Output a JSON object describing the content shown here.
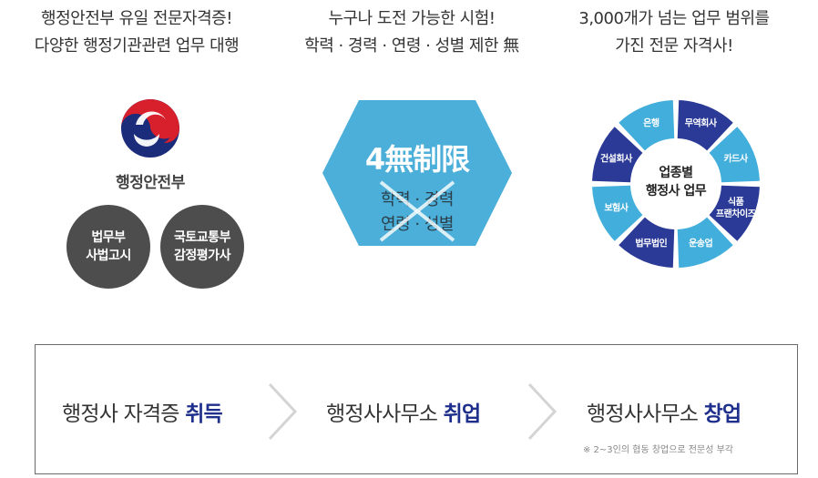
{
  "columns": [
    {
      "lines": [
        "행정안전부 유일 전문자격증!",
        "다양한 행정기관관련 업무 대행"
      ]
    },
    {
      "lines": [
        "누구나 도전 가능한 시험!",
        "학력 · 경력 · 연령 · 성별 제한 無"
      ]
    },
    {
      "lines": [
        "3,000개가 넘는 업무 범위를",
        "가진 전문 자격사!"
      ]
    }
  ],
  "ministry": {
    "label": "행정안전부",
    "circles": [
      {
        "line1": "법무부",
        "line2": "사법고시"
      },
      {
        "line1": "국토교통부",
        "line2": "감정평가사"
      }
    ]
  },
  "hexagon": {
    "title": "4無制限",
    "line1": "학력 · 경력",
    "line2": "연령 · 성별",
    "color": "#4bafd9"
  },
  "wheel": {
    "center": [
      "업종별",
      "행정사 업무"
    ],
    "segments": [
      "은행",
      "무역회사",
      "카드사",
      "식품 프랜차이즈",
      "운송업",
      "법무법인",
      "보험사",
      "건설회사"
    ],
    "colors": {
      "dark": "#2b3a96",
      "light": "#42aedb"
    }
  },
  "steps": [
    {
      "prefix": "행정사 자격증 ",
      "highlight": "취득"
    },
    {
      "prefix": "행정사사무소 ",
      "highlight": "취업"
    },
    {
      "prefix": "행정사사무소 ",
      "highlight": "창업"
    }
  ],
  "note": "※ 2~3인의 협동 창업으로 전문성 부각"
}
